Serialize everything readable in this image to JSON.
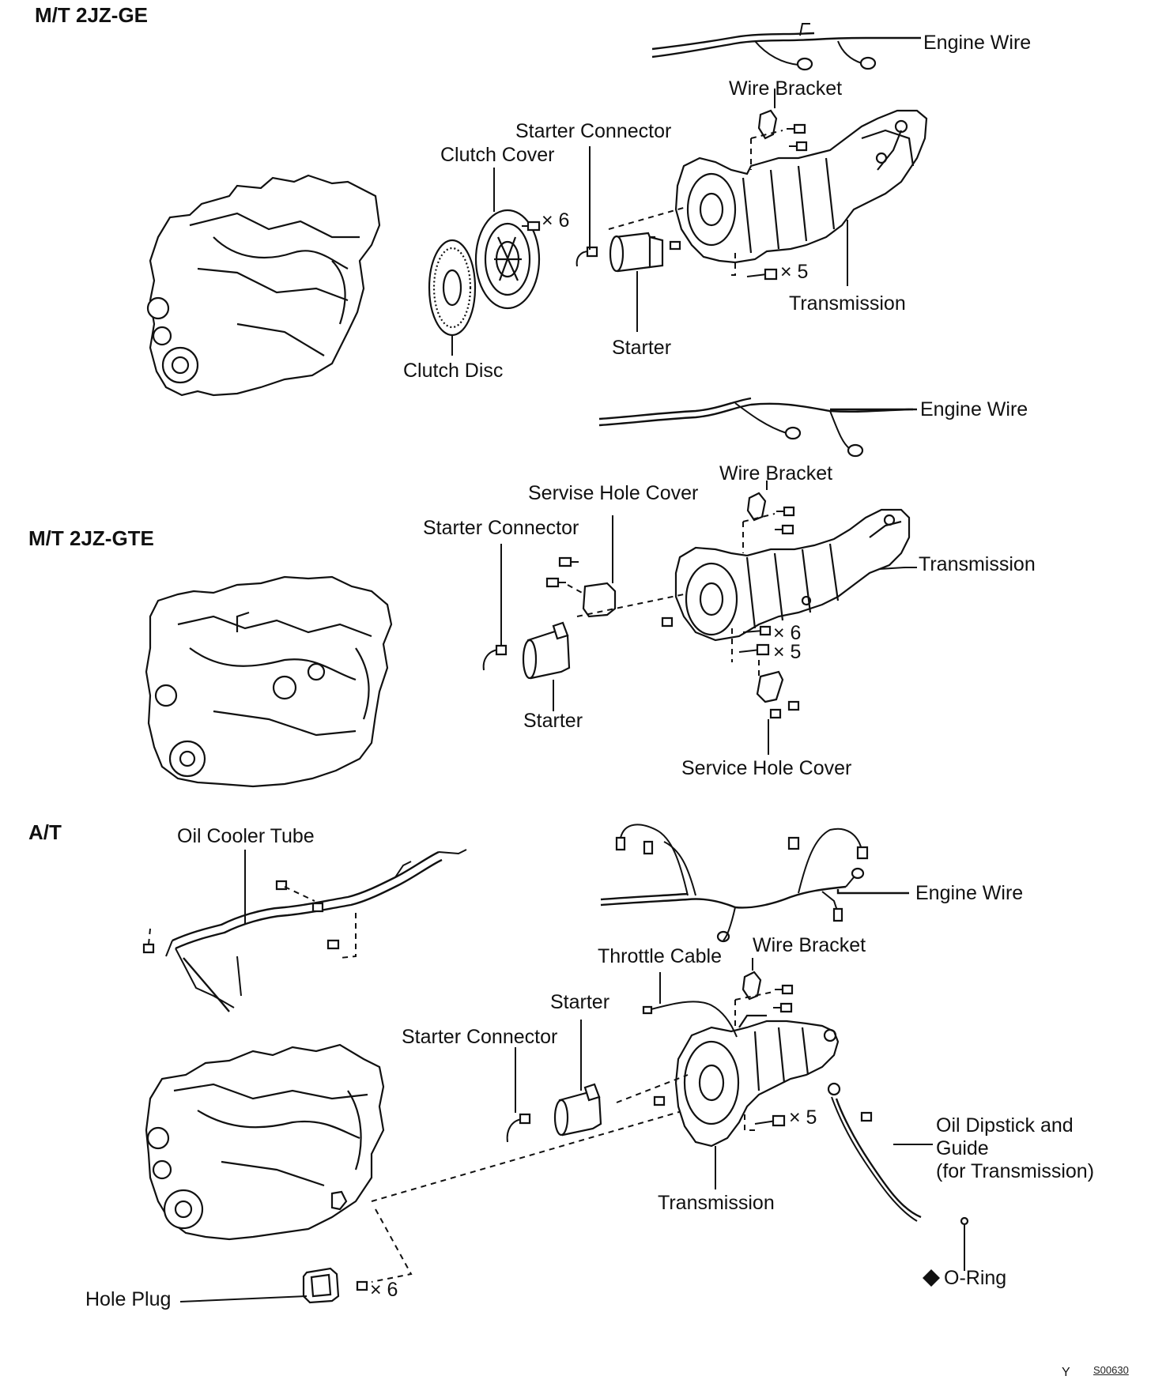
{
  "sections": {
    "mt_2jzge": "M/T 2JZ-GE",
    "mt_2jzgte": "M/T 2JZ-GTE",
    "at": "A/T"
  },
  "section1": {
    "engine_wire": "Engine Wire",
    "wire_bracket": "Wire Bracket",
    "starter_connector": "Starter Connector",
    "clutch_cover": "Clutch Cover",
    "qty_x6": "× 6",
    "qty_x5": "× 5",
    "transmission": "Transmission",
    "starter": "Starter",
    "clutch_disc": "Clutch Disc"
  },
  "section2": {
    "engine_wire": "Engine Wire",
    "wire_bracket": "Wire Bracket",
    "servise_hole_cover": "Servise Hole Cover",
    "starter_connector": "Starter Connector",
    "transmission": "Transmission",
    "qty_x6": "× 6",
    "qty_x5": "× 5",
    "starter": "Starter",
    "service_hole_cover": "Service Hole Cover"
  },
  "section3": {
    "oil_cooler_tube": "Oil Cooler Tube",
    "engine_wire": "Engine Wire",
    "wire_bracket": "Wire Bracket",
    "throttle_cable": "Throttle Cable",
    "starter": "Starter",
    "starter_connector": "Starter Connector",
    "qty_x5": "× 5",
    "dipstick_line1": "Oil Dipstick and",
    "dipstick_line2": "Guide",
    "dipstick_line3": "(for Transmission)",
    "transmission": "Transmission",
    "o_ring": "O-Ring",
    "hole_plug": "Hole Plug",
    "qty_x6": "× 6"
  },
  "footer": {
    "mark": "Y",
    "code": "S00630"
  },
  "icons": {
    "o_ring_marker": "filled-diamond-icon"
  }
}
